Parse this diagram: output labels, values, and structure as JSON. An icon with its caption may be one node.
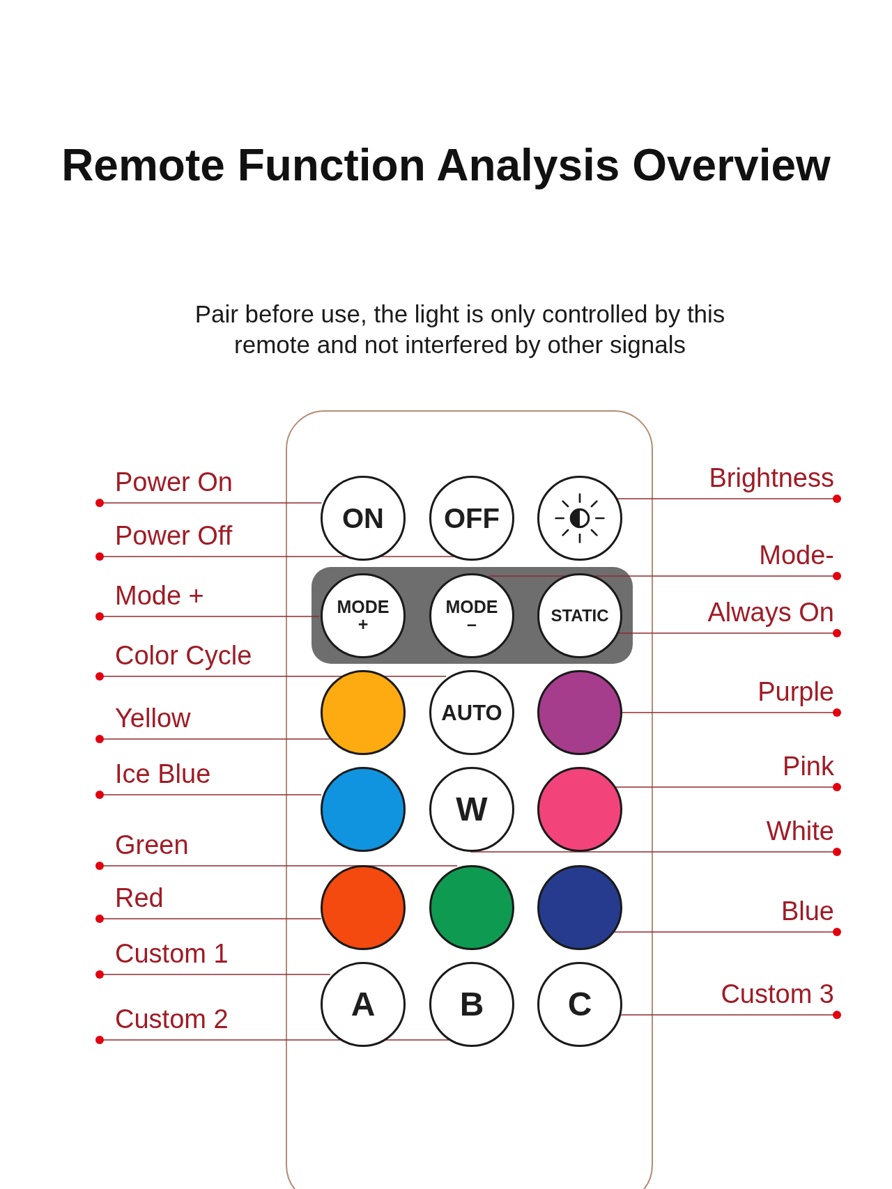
{
  "diagram": {
    "title": "Remote Function Analysis Overview",
    "nodes": [
      {
        "text": [],
        "shape": "box"
      },
      {
        "text": [
          "ON"
        ],
        "in": 0
      },
      {
        "text": [
          "OFF"
        ],
        "in": 0
      },
      {
        "text": [],
        "shape": "circle",
        "in": 0
      },
      {
        "text": [],
        "shape": "box",
        "in": 0
      },
      {
        "text": [
          "MODE +"
        ],
        "in": 4
      },
      {
        "text": [
          "MODE –"
        ],
        "in": 4
      },
      {
        "text": [
          "STATIC"
        ],
        "in": 4
      },
      {
        "text": [],
        "shape": "circle",
        "in": 0
      },
      {
        "text": [
          "AUTO"
        ],
        "in": 0
      },
      {
        "text": [],
        "shape": "circle",
        "in": 0
      },
      {
        "text": [],
        "shape": "circle",
        "in": 0
      },
      {
        "text": [
          "W"
        ],
        "in": 0
      },
      {
        "text": [],
        "shape": "circle",
        "in": 0
      },
      {
        "text": [],
        "shape": "circle",
        "in": 0
      },
      {
        "text": [],
        "shape": "circle",
        "in": 0
      },
      {
        "text": [],
        "shape": "circle",
        "in": 0
      },
      {
        "text": [
          "A"
        ],
        "in": 0
      },
      {
        "text": [
          "B"
        ],
        "in": 0
      },
      {
        "text": [
          "C"
        ],
        "in": 0
      },
      {
        "text": [
          "Power On"
        ]
      },
      {
        "text": [
          "Power Off"
        ]
      },
      {
        "text": [
          "Mode +"
        ]
      },
      {
        "text": [
          "Color Cycle"
        ]
      },
      {
        "text": [
          "Yellow"
        ]
      },
      {
        "text": [
          "Ice Blue"
        ]
      },
      {
        "text": [
          "Green"
        ]
      },
      {
        "text": [
          "Red"
        ]
      },
      {
        "text": [
          "Custom 1"
        ]
      },
      {
        "text": [
          "Custom 2"
        ]
      },
      {
        "text": [
          "Brightness"
        ]
      },
      {
        "text": [
          "Mode-"
        ]
      },
      {
        "text": [
          "Always On"
        ]
      },
      {
        "text": [
          "Purple"
        ]
      },
      {
        "text": [
          "Pink"
        ]
      },
      {
        "text": [
          "White"
        ]
      },
      {
        "text": [
          "Blue"
        ]
      },
      {
        "text": [
          "Custom 3"
        ]
      }
    ],
    "edges": [
      {
        "from": 20,
        "to": 1,
        "arrow": "other"
      },
      {
        "from": 21,
        "to": 2,
        "arrow": "other"
      },
      {
        "from": 22,
        "to": 5,
        "arrow": "other"
      },
      {
        "from": 23,
        "to": 9,
        "arrow": "other"
      },
      {
        "from": 24,
        "to": 8,
        "arrow": "other"
      },
      {
        "from": 25,
        "to": 11,
        "arrow": "other"
      },
      {
        "from": 26,
        "to": 15,
        "arrow": "other"
      },
      {
        "from": 27,
        "to": 14,
        "arrow": "other"
      },
      {
        "from": 28,
        "to": 17,
        "arrow": "other"
      },
      {
        "from": 29,
        "to": 18,
        "arrow": "other"
      },
      {
        "from": 30,
        "to": 3,
        "arrow": "other"
      },
      {
        "from": 31,
        "to": 6,
        "arrow": "other"
      },
      {
        "from": 32,
        "to": 7,
        "arrow": "other"
      },
      {
        "from": 33,
        "to": 10,
        "arrow": "other"
      },
      {
        "from": 34,
        "to": 13,
        "arrow": "other"
      },
      {
        "from": 35,
        "to": 12,
        "arrow": "other"
      },
      {
        "from": 36,
        "to": 16,
        "arrow": "other"
      },
      {
        "from": 37,
        "to": 19,
        "arrow": "other"
      }
    ],
    "labels": [
      "Pair before use, the light is only controlled by this remote and not interfered by other signals"
    ]
  }
}
